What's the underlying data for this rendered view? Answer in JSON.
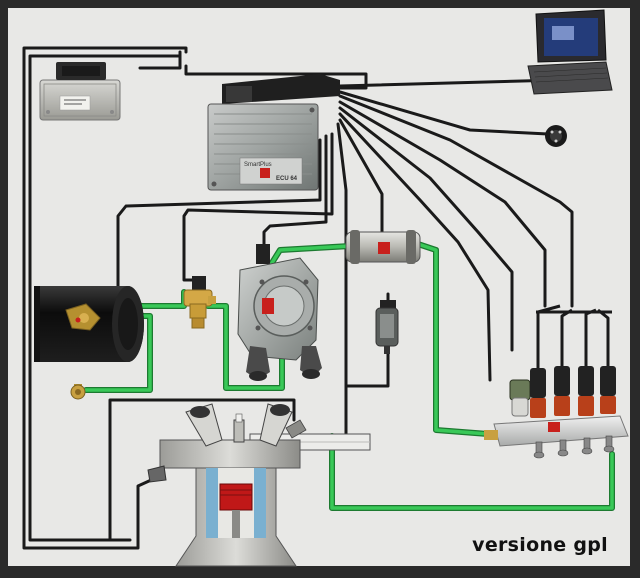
{
  "caption": "versione gpl",
  "ecu": {
    "brand": "SmartPlus",
    "model": "ECU 64"
  },
  "colors": {
    "background": "#e8e8e6",
    "frame": "#2a2a2a",
    "wire": "#1a1a1a",
    "gas_line": "#2db84a",
    "gas_line_dark": "#1c7a30",
    "brass": "#c8a040",
    "injector_red": "#b8401a",
    "piston_red": "#c01818",
    "block_blue": "#7ab0d0"
  },
  "components": [
    {
      "id": "original-ecu",
      "icon": "ecu-module-icon"
    },
    {
      "id": "gas-ecu",
      "icon": "ecu-module-icon"
    },
    {
      "id": "laptop",
      "icon": "laptop-icon"
    },
    {
      "id": "switch",
      "icon": "round-switch-icon"
    },
    {
      "id": "lpg-tank",
      "icon": "tank-icon"
    },
    {
      "id": "solenoid-valve",
      "icon": "valve-icon"
    },
    {
      "id": "reducer",
      "icon": "reducer-icon"
    },
    {
      "id": "gas-filter",
      "icon": "filter-icon"
    },
    {
      "id": "map-sensor",
      "icon": "sensor-icon"
    },
    {
      "id": "injector-rail",
      "icon": "injector-rail-icon"
    },
    {
      "id": "filler-valve",
      "icon": "filler-icon"
    },
    {
      "id": "engine",
      "icon": "engine-cylinder-icon"
    }
  ]
}
